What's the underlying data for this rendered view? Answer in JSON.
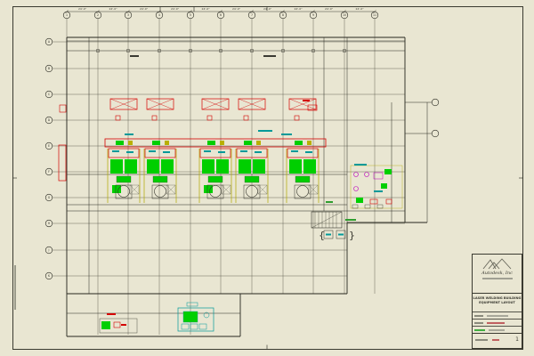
{
  "sheet": {
    "background": "#e9e6d2",
    "border_color": "#3a3a30"
  },
  "colors": {
    "red": "#d40000",
    "green": "#00cf00",
    "yellow": "#b0a800",
    "cyan": "#009999",
    "magenta": "#bb00bb",
    "line": "#26261e",
    "grid": "#4a4a3e",
    "text": "#3a3a32"
  },
  "grid": {
    "top_labels": [
      "1",
      "2",
      "3",
      "4",
      "5",
      "6",
      "7",
      "8",
      "9",
      "10",
      "11"
    ],
    "left_labels": [
      "A",
      "B",
      "C",
      "D",
      "E",
      "F",
      "G",
      "H",
      "J",
      "K"
    ],
    "right_labels": [
      "",
      ""
    ]
  },
  "dimensions": {
    "top_spacing_label": "24'-0\""
  },
  "callout": {
    "open": "{",
    "close": "}"
  },
  "title_block": {
    "company": "Autodesk, Inc",
    "title_line1": "LASER WELDING BUILDING",
    "title_line2": "EQUIPMENT LAYOUT",
    "sheet_number": "1"
  }
}
